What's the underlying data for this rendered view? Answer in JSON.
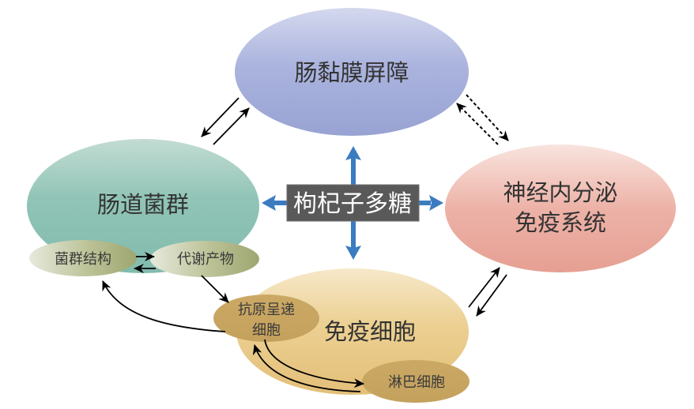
{
  "diagram": {
    "center": {
      "label": "枸杞子多糖"
    },
    "nodes": {
      "mucosal_barrier": {
        "label": "肠黏膜屏障"
      },
      "gut_microbiota": {
        "label": "肠道菌群",
        "sub": [
          {
            "label": "菌群结构"
          },
          {
            "label": "代谢产物"
          }
        ]
      },
      "neuro_endocrine_immune": {
        "lines": [
          "神经内分泌",
          "免疫系统"
        ]
      },
      "immune_cells": {
        "label": "免疫细胞",
        "sub": [
          {
            "lines": [
              "抗原呈递",
              "细胞"
            ]
          },
          {
            "label": "淋巴细胞"
          }
        ]
      }
    },
    "edges": [
      {
        "from": "肠黏膜屏障",
        "to": "肠道菌群",
        "style": "solid"
      },
      {
        "from": "肠道菌群",
        "to": "肠黏膜屏障",
        "style": "solid"
      },
      {
        "from": "肠黏膜屏障",
        "to": "神经内分泌免疫系统",
        "style": "dashed"
      },
      {
        "from": "神经内分泌免疫系统",
        "to": "肠黏膜屏障",
        "style": "dashed"
      },
      {
        "from": "免疫细胞",
        "to": "神经内分泌免疫系统",
        "style": "solid"
      },
      {
        "from": "神经内分泌免疫系统",
        "to": "免疫细胞",
        "style": "solid"
      },
      {
        "from": "菌群结构",
        "to": "代谢产物",
        "style": "solid"
      },
      {
        "from": "代谢产物",
        "to": "菌群结构",
        "style": "solid"
      },
      {
        "from": "代谢产物",
        "to": "抗原呈递细胞",
        "style": "solid"
      },
      {
        "from": "抗原呈递细胞",
        "to": "菌群结构",
        "style": "solid"
      },
      {
        "from": "抗原呈递细胞",
        "to": "淋巴细胞",
        "style": "solid"
      },
      {
        "from": "淋巴细胞",
        "to": "抗原呈递细胞",
        "style": "solid"
      },
      {
        "from": "枸杞子多糖",
        "to": "肠黏膜屏障",
        "style": "blue-bold"
      },
      {
        "from": "枸杞子多糖",
        "to": "肠道菌群",
        "style": "blue-bold"
      },
      {
        "from": "枸杞子多糖",
        "to": "神经内分泌免疫系统",
        "style": "blue-bold"
      },
      {
        "from": "枸杞子多糖",
        "to": "免疫细胞",
        "style": "blue-bold"
      }
    ],
    "colors": {
      "center_box": "#595959",
      "blue_arrow": "#3b7cc0",
      "mucosal_barrier": "#9ea8d6",
      "gut_microbiota": "#86bdaf",
      "neuro_endocrine_immune": "#e8a598",
      "immune_cells": "#e6c47f",
      "microbiota_sub": "#a3ab78",
      "immune_sub": "#c7a460"
    }
  }
}
